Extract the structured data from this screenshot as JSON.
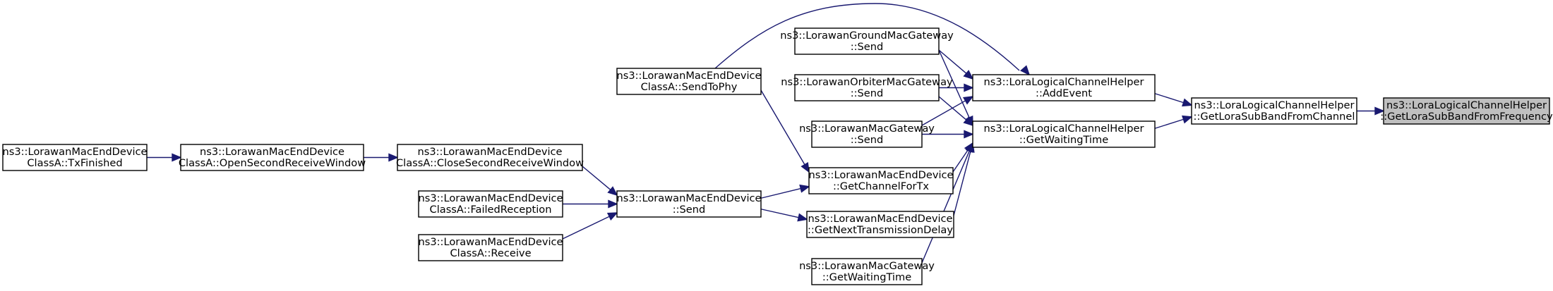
{
  "nodes": [
    {
      "id": "n0",
      "lines": [
        "ns3::LoraLogicalChannelHelper",
        "::GetLoraSubBandFromFrequency"
      ],
      "highlight": true
    },
    {
      "id": "n1",
      "lines": [
        "ns3::LoraLogicalChannelHelper",
        "::GetLoraSubBandFromChannel"
      ]
    },
    {
      "id": "n2",
      "lines": [
        "ns3::LoraLogicalChannelHelper",
        "::AddEvent"
      ]
    },
    {
      "id": "n3",
      "lines": [
        "ns3::LoraLogicalChannelHelper",
        "::GetWaitingTime"
      ]
    },
    {
      "id": "n4",
      "lines": [
        "ns3::LorawanGroundMacGateway",
        "::Send"
      ]
    },
    {
      "id": "n5",
      "lines": [
        "ns3::LorawanOrbiterMacGateway",
        "::Send"
      ]
    },
    {
      "id": "n6",
      "lines": [
        "ns3::LorawanMacGateway",
        "::Send"
      ]
    },
    {
      "id": "n7",
      "lines": [
        "ns3::LorawanMacEndDevice",
        "::GetChannelForTx"
      ]
    },
    {
      "id": "n8",
      "lines": [
        "ns3::LorawanMacEndDevice",
        "::GetNextTransmissionDelay"
      ]
    },
    {
      "id": "n9",
      "lines": [
        "ns3::LorawanMacGateway",
        "::GetWaitingTime"
      ]
    },
    {
      "id": "n10",
      "lines": [
        "ns3::LorawanMacEndDevice",
        "ClassA::SendToPhy"
      ]
    },
    {
      "id": "n11",
      "lines": [
        "ns3::LorawanMacEndDevice",
        "::Send"
      ]
    },
    {
      "id": "n12",
      "lines": [
        "ns3::LorawanMacEndDevice",
        "ClassA::CloseSecondReceiveWindow"
      ]
    },
    {
      "id": "n13",
      "lines": [
        "ns3::LorawanMacEndDevice",
        "ClassA::FailedReception"
      ]
    },
    {
      "id": "n14",
      "lines": [
        "ns3::LorawanMacEndDevice",
        "ClassA::Receive"
      ]
    },
    {
      "id": "n15",
      "lines": [
        "ns3::LorawanMacEndDevice",
        "ClassA::OpenSecondReceiveWindow"
      ]
    },
    {
      "id": "n16",
      "lines": [
        "ns3::LorawanMacEndDevice",
        "ClassA::TxFinished"
      ]
    }
  ],
  "edges": [
    {
      "from": "n1",
      "to": "n0"
    },
    {
      "from": "n2",
      "to": "n1"
    },
    {
      "from": "n3",
      "to": "n1"
    },
    {
      "from": "n4",
      "to": "n2"
    },
    {
      "from": "n5",
      "to": "n2"
    },
    {
      "from": "n6",
      "to": "n2"
    },
    {
      "from": "n10",
      "to": "n2"
    },
    {
      "from": "n4",
      "to": "n3"
    },
    {
      "from": "n5",
      "to": "n3"
    },
    {
      "from": "n6",
      "to": "n3"
    },
    {
      "from": "n7",
      "to": "n3"
    },
    {
      "from": "n8",
      "to": "n3"
    },
    {
      "from": "n9",
      "to": "n3"
    },
    {
      "from": "n10",
      "to": "n7"
    },
    {
      "from": "n11",
      "to": "n7"
    },
    {
      "from": "n11",
      "to": "n8"
    },
    {
      "from": "n12",
      "to": "n11"
    },
    {
      "from": "n13",
      "to": "n11"
    },
    {
      "from": "n14",
      "to": "n11"
    },
    {
      "from": "n15",
      "to": "n12"
    },
    {
      "from": "n16",
      "to": "n15"
    }
  ],
  "colors": {
    "edge": "#191970",
    "node_border": "#000000",
    "node_fill": "#ffffff",
    "highlight_fill": "#bfbfbf"
  }
}
